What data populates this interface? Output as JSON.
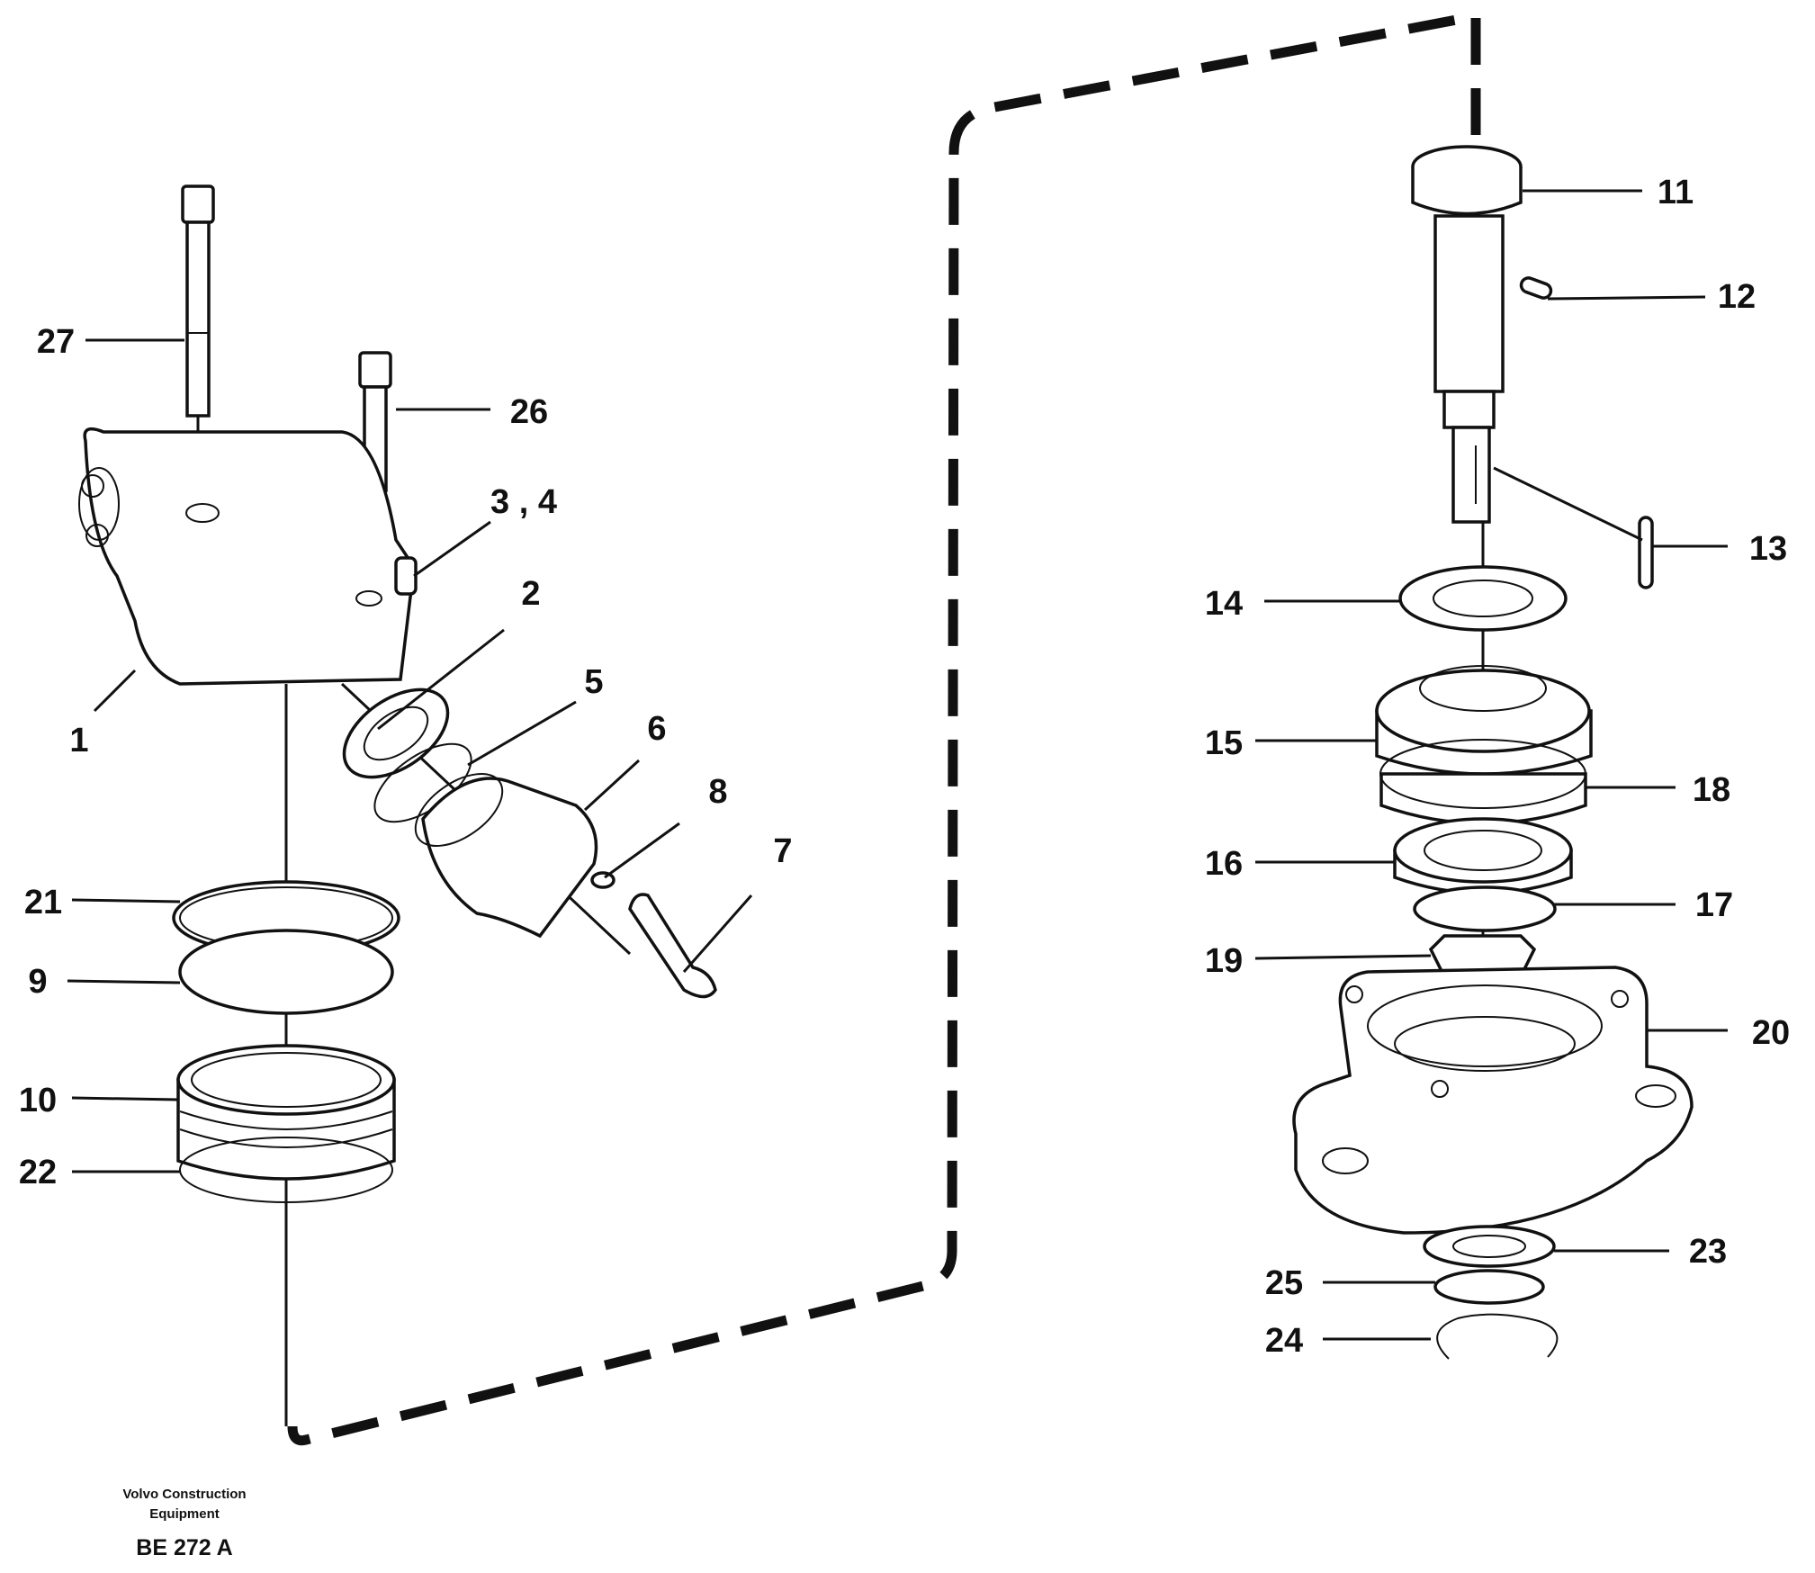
{
  "callouts": {
    "c1": "1",
    "c2": "2",
    "c3_4": "3 , 4",
    "c5": "5",
    "c6": "6",
    "c7": "7",
    "c8": "8",
    "c9": "9",
    "c10": "10",
    "c11": "11",
    "c12": "12",
    "c13": "13",
    "c14": "14",
    "c15": "15",
    "c16": "16",
    "c17": "17",
    "c18": "18",
    "c19": "19",
    "c20": "20",
    "c21": "21",
    "c22": "22",
    "c23": "23",
    "c24": "24",
    "c25": "25",
    "c26": "26",
    "c27": "27"
  },
  "footer": {
    "company_line1": "Volvo Construction",
    "company_line2": "Equipment",
    "drawing_code": "BE 272 A"
  }
}
